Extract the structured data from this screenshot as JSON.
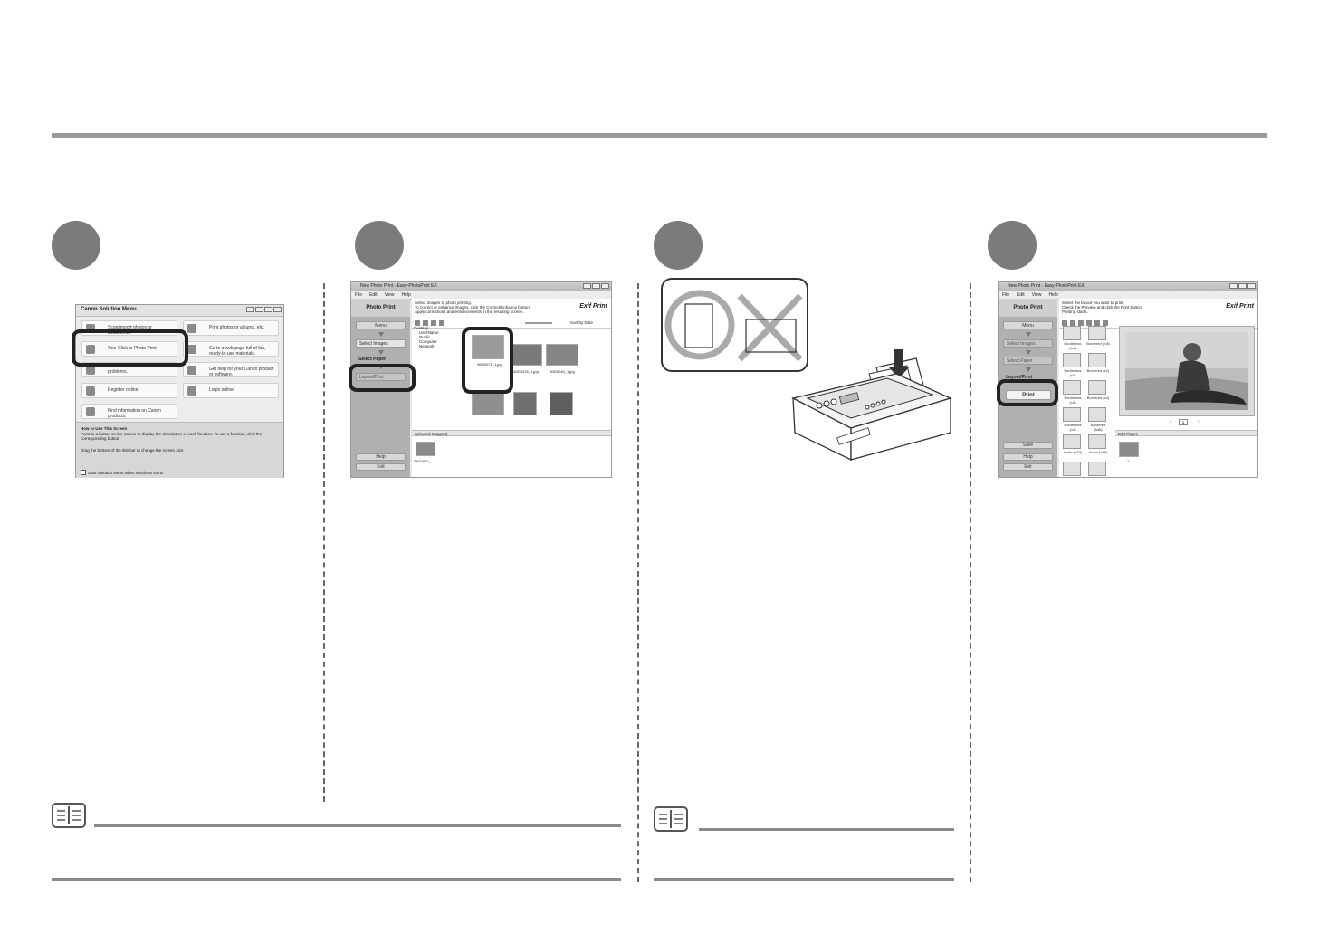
{
  "step_markers": [
    "",
    "",
    "",
    ""
  ],
  "canon_menu": {
    "title": "Canon Solution Menu",
    "buttons": [
      "Scan/import photos or documents.",
      "Print photos or albums, etc.",
      "One-Click to Photo Print",
      "Go to a web page full of fun, ready-to-use materials.",
      "problems.",
      "Get help for your Canon product or software.",
      "Register online.",
      "Login online.",
      "Find information on Canon products."
    ],
    "how_to_title": "How to Use This Screen",
    "how_to_text": "Point to a button on the screen to display the description of each function. To use a function, click the corresponding button.",
    "drag_text": "Drag the bottom of the title bar to change the screen size.",
    "startup_checkbox": "Start Solution Menu when Windows starts"
  },
  "photo_window_1": {
    "title": "New Photo Print - Easy-PhotoPrint EX",
    "menu": [
      "File",
      "Edit",
      "View",
      "Help"
    ],
    "app_label": "Photo Print",
    "nav": [
      "Menu",
      "Select Images",
      "Select Paper",
      "Layout/Print"
    ],
    "help": "Help",
    "exit": "Exit",
    "instructions": [
      "Select images to photo printing.",
      "To correct or enhance images, click the Correct/Enhance button.",
      "Apply corrections and enhancements in the resulting screen."
    ],
    "brand": "Exif Print",
    "sort": "Sort by Date",
    "tree": [
      "Desktop",
      "UserName",
      "Public",
      "Computer",
      "Network"
    ],
    "thumb_captions": [
      "IMG0071_1.jpg",
      "IMG0076_1.jpg",
      "IMG0044_1.jpg"
    ],
    "selected_header": "Selected Image(s)",
    "selected_caption": "IMG0071_..."
  },
  "photo_window_2": {
    "title": "New Photo Print - Easy-PhotoPrint EX",
    "menu": [
      "File",
      "Edit",
      "View",
      "Help"
    ],
    "app_label": "Photo Print",
    "nav": [
      "Menu",
      "Select Images",
      "Select Paper",
      "Layout/Print"
    ],
    "print": "Print",
    "save": "Save",
    "help": "Help",
    "exit": "Exit",
    "instructions": [
      "Select the layout you want to print.",
      "Check the Preview and click the Print button.",
      "Printing starts."
    ],
    "brand": "Exif Print",
    "layouts": [
      "Borderless (full)",
      "Bordered (full)",
      "Borderless (x2)",
      "Bordered (x2)",
      "Borderless (x4)",
      "Bordered (x4)",
      "Borderless (x4)",
      "Bordered (half)",
      "Index (x20)",
      "Index (x48)"
    ],
    "page_number": "1",
    "pages_header": "Edit Pages",
    "page_caption": "1"
  }
}
